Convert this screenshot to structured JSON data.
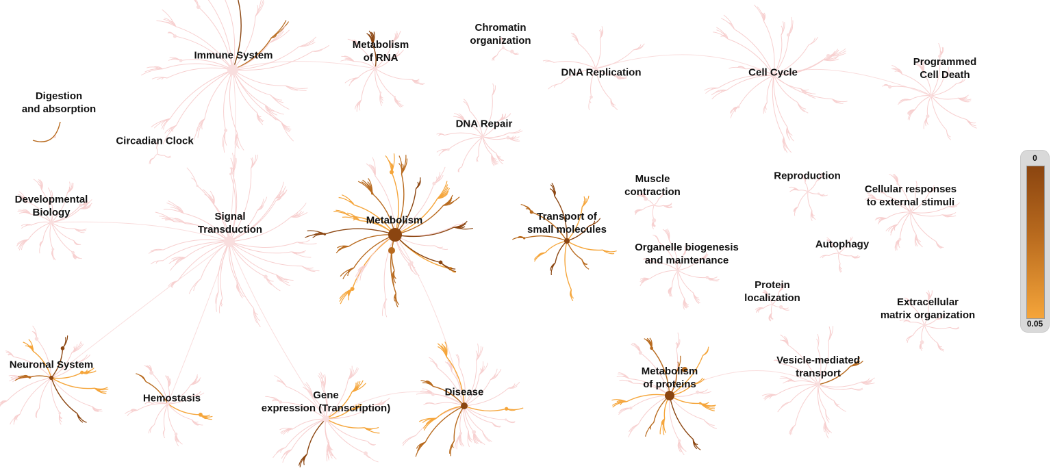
{
  "colors": {
    "faint": "#f7cfcf",
    "faint_fill": "#f9dede",
    "sig_dark": "#8b4510",
    "sig_mid": "#b86a1e",
    "sig_light": "#f5a53a"
  },
  "legend": {
    "top_label": "0",
    "bottom_label": "0.05"
  },
  "pathways": [
    {
      "id": "immune-system",
      "lines": [
        "Immune System"
      ]
    },
    {
      "id": "metabolism-of-rna",
      "lines": [
        "Metabolism",
        "of RNA"
      ]
    },
    {
      "id": "chromatin-organization",
      "lines": [
        "Chromatin",
        "organization"
      ]
    },
    {
      "id": "dna-replication",
      "lines": [
        "DNA Replication"
      ]
    },
    {
      "id": "cell-cycle",
      "lines": [
        "Cell Cycle"
      ]
    },
    {
      "id": "programmed-cell-death",
      "lines": [
        "Programmed",
        "Cell Death"
      ]
    },
    {
      "id": "digestion-and-absorption",
      "lines": [
        "Digestion",
        "and absorption"
      ]
    },
    {
      "id": "circadian-clock",
      "lines": [
        "Circadian Clock"
      ]
    },
    {
      "id": "dna-repair",
      "lines": [
        "DNA Repair"
      ]
    },
    {
      "id": "developmental-biology",
      "lines": [
        "Developmental",
        "Biology"
      ]
    },
    {
      "id": "signal-transduction",
      "lines": [
        "Signal",
        "Transduction"
      ]
    },
    {
      "id": "metabolism",
      "lines": [
        "Metabolism"
      ]
    },
    {
      "id": "transport-of-small-molecules",
      "lines": [
        "Transport of",
        "small molecules"
      ]
    },
    {
      "id": "muscle-contraction",
      "lines": [
        "Muscle",
        "contraction"
      ]
    },
    {
      "id": "reproduction",
      "lines": [
        "Reproduction"
      ]
    },
    {
      "id": "cellular-responses",
      "lines": [
        "Cellular responses",
        "to external stimuli"
      ]
    },
    {
      "id": "organelle-biogenesis",
      "lines": [
        "Organelle biogenesis",
        "and maintenance"
      ]
    },
    {
      "id": "autophagy",
      "lines": [
        "Autophagy"
      ]
    },
    {
      "id": "protein-localization",
      "lines": [
        "Protein",
        "localization"
      ]
    },
    {
      "id": "extracellular-matrix",
      "lines": [
        "Extracellular",
        "matrix organization"
      ]
    },
    {
      "id": "neuronal-system",
      "lines": [
        "Neuronal System"
      ]
    },
    {
      "id": "hemostasis",
      "lines": [
        "Hemostasis"
      ]
    },
    {
      "id": "gene-expression",
      "lines": [
        "Gene",
        "expression (Transcription)"
      ]
    },
    {
      "id": "disease",
      "lines": [
        "Disease"
      ]
    },
    {
      "id": "metabolism-of-proteins",
      "lines": [
        "Metabolism",
        "of proteins"
      ]
    },
    {
      "id": "vesicle-mediated-transport",
      "lines": [
        "Vesicle-mediated",
        "transport"
      ]
    }
  ]
}
